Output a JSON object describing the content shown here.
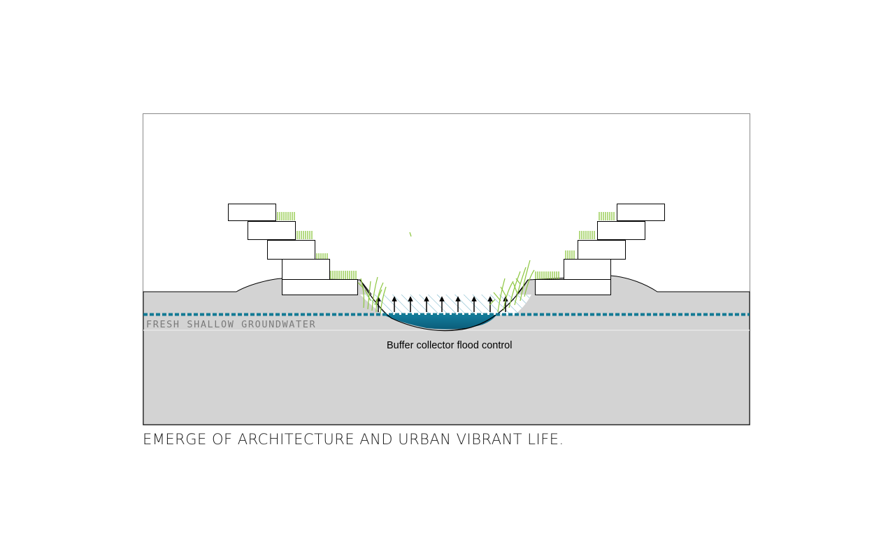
{
  "labels": {
    "groundwater": "FRESH SHALLOW GROUNDWATER",
    "buffer": "Buffer collector flood control"
  },
  "caption": "EMERGE OF ARCHITECTURE AND URBAN VIBRANT LIFE.",
  "colors": {
    "ground": "#d3d3d3",
    "water": "#0e6a8a",
    "water_table": "#137a94",
    "vegetation": "#8cc63f",
    "frame": "#8a8a8a",
    "hatch": "#6aaec4"
  }
}
